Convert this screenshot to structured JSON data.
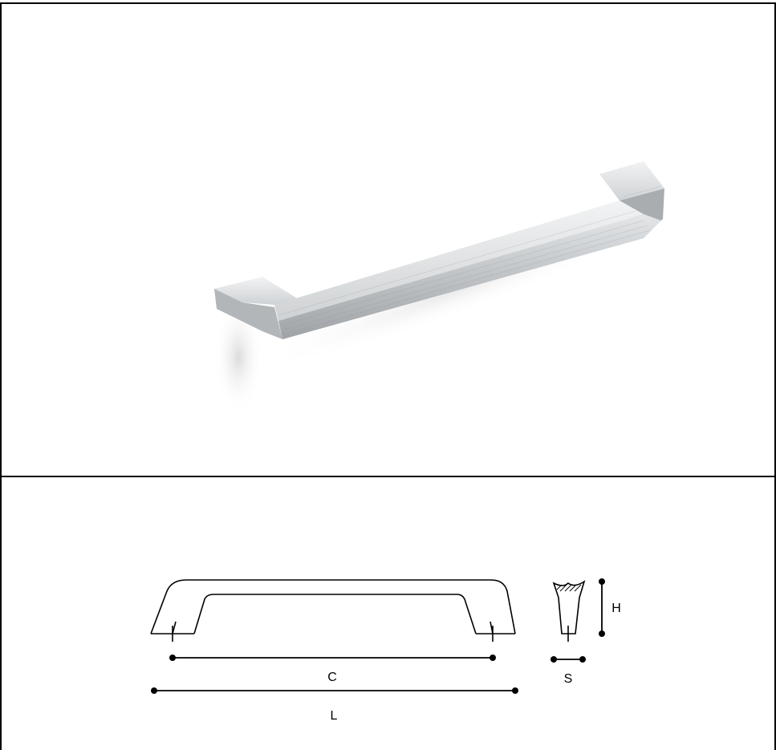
{
  "dimensions": {
    "center_to_center": "C",
    "length": "L",
    "height": "H",
    "width": "S"
  },
  "colors": {
    "border": "#000000",
    "handle_metal": "#b9bdc1",
    "shadow": "#e8e8e8"
  }
}
